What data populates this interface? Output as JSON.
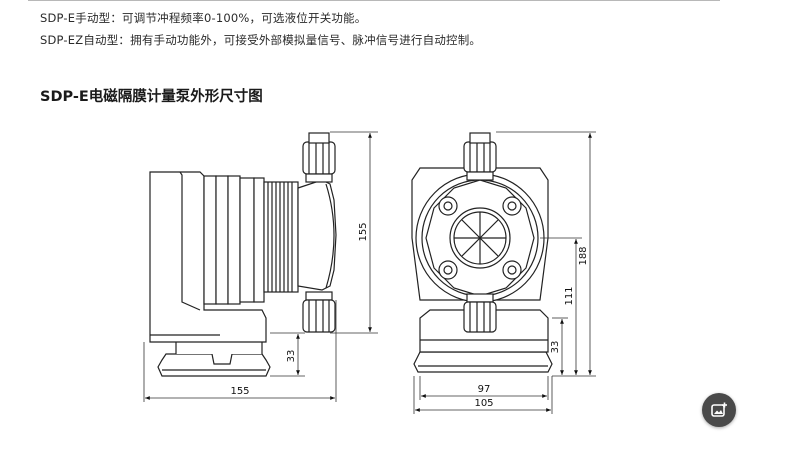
{
  "intro": {
    "line_manual": "SDP-E手动型：可调节冲程频率0-100%，可选液位开关功能。",
    "line_auto": "SDP-EZ自动型：拥有手动功能外，可接受外部模拟量信号、脉冲信号进行自动控制。"
  },
  "drawing": {
    "title": "SDP-E电磁隔膜计量泵外形尺寸图",
    "side_view": {
      "height_label": "155",
      "base_label": "33",
      "width_label": "155"
    },
    "front_view": {
      "height_188_label": "188",
      "height_111_label": "111",
      "base_33_label": "33",
      "width_97_label": "97",
      "width_105_label": "105"
    }
  },
  "fab": {
    "icon": "image-add-icon"
  }
}
